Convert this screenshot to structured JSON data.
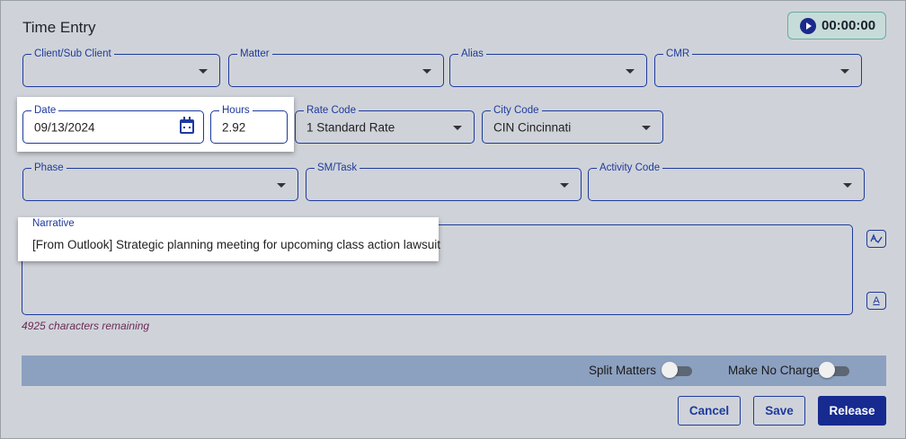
{
  "header": {
    "title": "Time Entry",
    "timer": "00:00:00"
  },
  "fields": {
    "client": {
      "label": "Client/Sub Client",
      "value": ""
    },
    "matter": {
      "label": "Matter",
      "value": ""
    },
    "alias": {
      "label": "Alias",
      "value": ""
    },
    "cmr": {
      "label": "CMR",
      "value": ""
    },
    "date": {
      "label": "Date",
      "value": "09/13/2024"
    },
    "hours": {
      "label": "Hours",
      "value": "2.92"
    },
    "rate_code": {
      "label": "Rate Code",
      "value": "1 Standard Rate"
    },
    "city_code": {
      "label": "City Code",
      "value": "CIN Cincinnati"
    },
    "phase": {
      "label": "Phase",
      "value": ""
    },
    "task": {
      "label": "SM/Task",
      "value": ""
    },
    "activity": {
      "label": "Activity Code",
      "value": ""
    },
    "narrative": {
      "label": "Narrative",
      "value": "[From Outlook] Strategic planning meeting for upcoming class action lawsuit"
    }
  },
  "narrative_tools": {
    "spellcheck_icon": "spellcheck-icon",
    "font_icon": "text-format-icon",
    "font_glyph": "A"
  },
  "remaining": "4925 characters remaining",
  "toggles": {
    "split_matters": "Split Matters",
    "make_no_charge": "Make No Charge"
  },
  "buttons": {
    "cancel": "Cancel",
    "save": "Save",
    "release": "Release"
  },
  "colors": {
    "accent": "#1f3a9c",
    "primary_button": "#162a8f",
    "bar": "#8ca0c0",
    "remaining_text": "#6b2a55"
  }
}
